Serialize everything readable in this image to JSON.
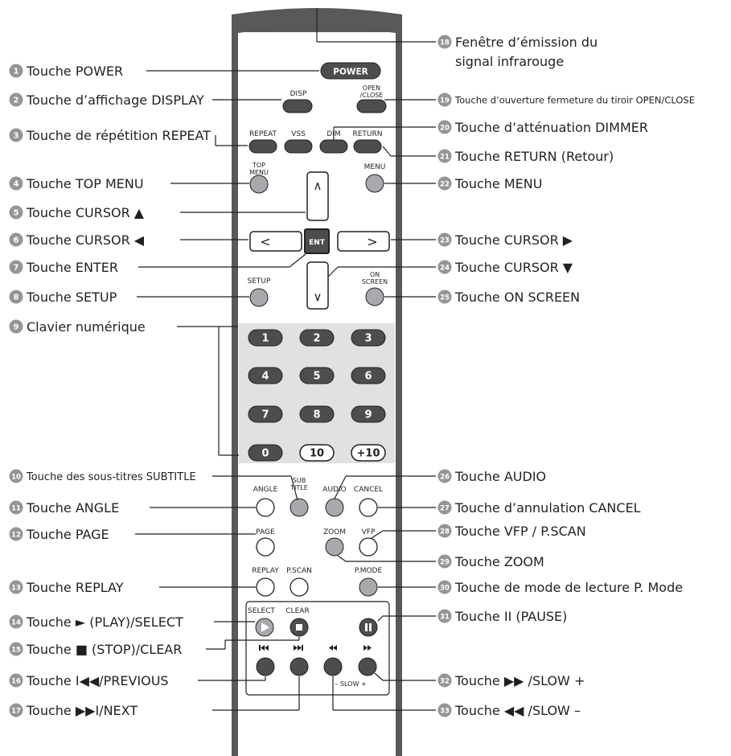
{
  "remote": {
    "colors": {
      "body": "#58595b",
      "panel": "#ffffff",
      "keypad": "#e1e1e1",
      "key_dark": "#4d4d4f",
      "key_gray": "#a7a9ac",
      "badge": "#939598"
    },
    "buttons": {
      "power": "POWER",
      "disp": "DISP",
      "open_close_1": "OPEN",
      "open_close_2": "/CLOSE",
      "repeat": "REPEAT",
      "vss": "VSS",
      "dim": "DIM",
      "return": "RETURN",
      "top_menu_1": "TOP",
      "top_menu_2": "MENU",
      "menu": "MENU",
      "cursor_up": "∧",
      "cursor_left": "<",
      "enter": "ENT",
      "cursor_right": ">",
      "cursor_down": "∨",
      "setup": "SETUP",
      "on_screen_1": "ON",
      "on_screen_2": "SCREEN",
      "keys": [
        "1",
        "2",
        "3",
        "4",
        "5",
        "6",
        "7",
        "8",
        "9",
        "0",
        "10",
        "+10"
      ],
      "angle": "ANGLE",
      "subtitle_1": "SUB",
      "subtitle_2": "TITLE",
      "audio": "AUDIO",
      "cancel": "CANCEL",
      "page": "PAGE",
      "zoom": "ZOOM",
      "vfp": "VFP",
      "replay": "REPLAY",
      "pscan": "P.SCAN",
      "pmode": "P.MODE",
      "select": "SELECT",
      "clear": "CLEAR",
      "slow": "– SLOW +"
    }
  },
  "callouts": [
    {
      "num": "1",
      "text": "Touche POWER"
    },
    {
      "num": "2",
      "text": "Touche d’affichage DISPLAY"
    },
    {
      "num": "3",
      "text": "Touche de répétition REPEAT"
    },
    {
      "num": "4",
      "text": "Touche TOP MENU"
    },
    {
      "num": "5",
      "text": "Touche CURSOR ▲"
    },
    {
      "num": "6",
      "text": "Touche CURSOR ◀"
    },
    {
      "num": "7",
      "text": "Touche ENTER"
    },
    {
      "num": "8",
      "text": "Touche SETUP"
    },
    {
      "num": "9",
      "text": "Clavier numérique"
    },
    {
      "num": "10",
      "text": "Touche des sous-titres SUBTITLE"
    },
    {
      "num": "11",
      "text": "Touche ANGLE"
    },
    {
      "num": "12",
      "text": "Touche PAGE"
    },
    {
      "num": "13",
      "text": "Touche REPLAY"
    },
    {
      "num": "14",
      "text": "Touche ► (PLAY)/SELECT"
    },
    {
      "num": "15",
      "text": "Touche ■ (STOP)/CLEAR"
    },
    {
      "num": "16",
      "text": "Touche I◀◀/PREVIOUS"
    },
    {
      "num": "17",
      "text": "Touche ▶▶I/NEXT"
    },
    {
      "num": "18",
      "text": "Fenêtre d’émission du",
      "text2": "signal infrarouge"
    },
    {
      "num": "19",
      "text": "Touche d’ouverture fermeture du tiroir OPEN/CLOSE"
    },
    {
      "num": "20",
      "text": "Touche d’atténuation DIMMER"
    },
    {
      "num": "21",
      "text": "Touche RETURN (Retour)"
    },
    {
      "num": "22",
      "text": "Touche MENU"
    },
    {
      "num": "23",
      "text": "Touche CURSOR ▶"
    },
    {
      "num": "24",
      "text": "Touche CURSOR ▼"
    },
    {
      "num": "25",
      "text": "Touche ON SCREEN"
    },
    {
      "num": "26",
      "text": "Touche AUDIO"
    },
    {
      "num": "27",
      "text": "Touche d’annulation CANCEL"
    },
    {
      "num": "28",
      "text": "Touche VFP / P.SCAN"
    },
    {
      "num": "29",
      "text": "Touche ZOOM"
    },
    {
      "num": "30",
      "text": "Touche de mode de lecture P. Mode"
    },
    {
      "num": "31",
      "text": "Touche II (PAUSE)"
    },
    {
      "num": "32",
      "text": "Touche ▶▶ /SLOW +"
    },
    {
      "num": "33",
      "text": "Touche ◀◀ /SLOW –"
    }
  ]
}
